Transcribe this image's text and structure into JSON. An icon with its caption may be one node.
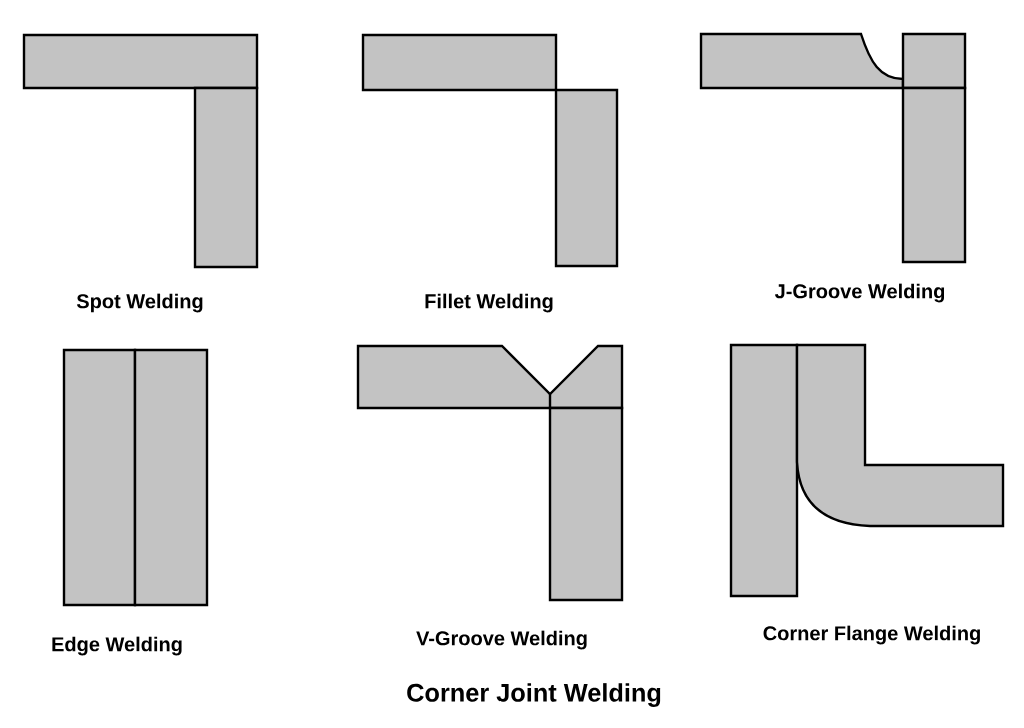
{
  "diagram": {
    "title": "Corner Joint Welding",
    "labels": [
      "Spot Welding",
      "Fillet Welding",
      "J-Groove Welding",
      "Edge Welding",
      "V-Groove Welding",
      "Corner Flange Welding"
    ]
  }
}
